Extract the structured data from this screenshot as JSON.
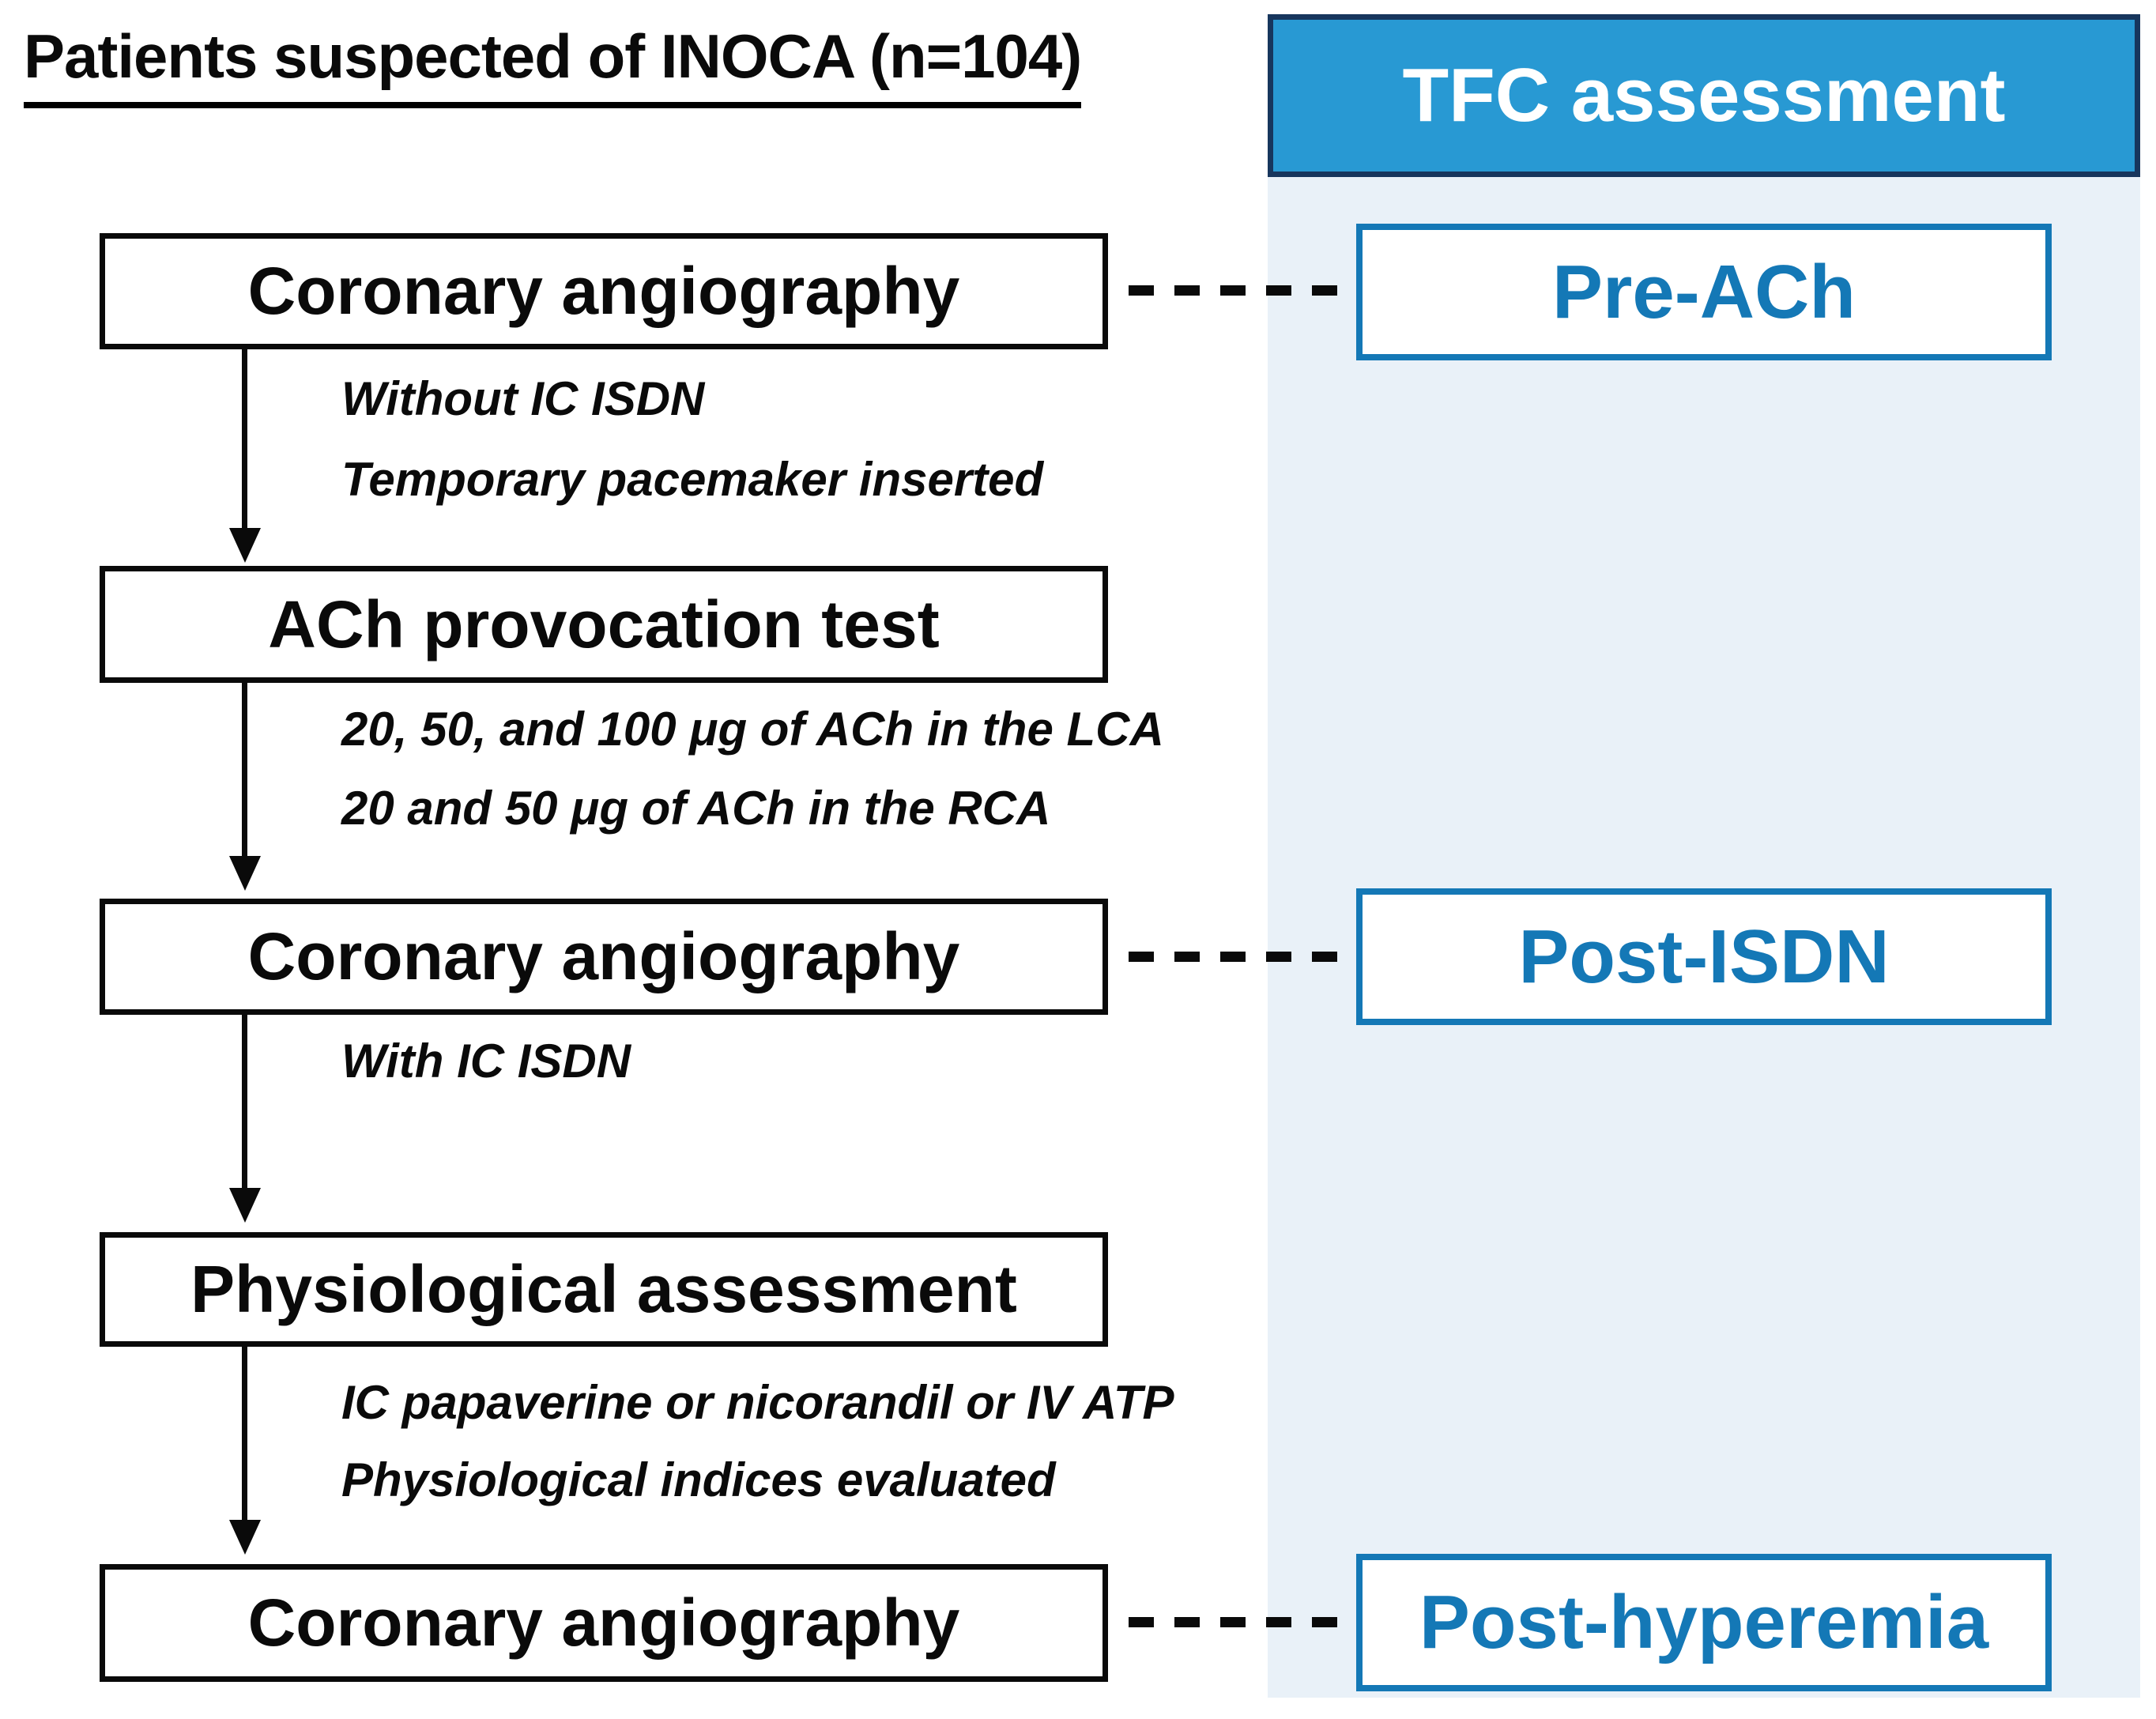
{
  "title": "Patients suspected of INOCA (n=104)",
  "tfc_panel": {
    "header_label": "TFC assessment",
    "assessments": [
      {
        "label": "Pre-ACh"
      },
      {
        "label": "Post-ISDN"
      },
      {
        "label": "Post-hyperemia"
      }
    ]
  },
  "flowchart": {
    "steps": [
      {
        "label": "Coronary angiography",
        "notes": [
          "Without IC ISDN",
          "Temporary pacemaker inserted"
        ]
      },
      {
        "label": "ACh provocation test",
        "notes": [
          "20, 50, and 100 μg of ACh in the LCA",
          "20 and 50 μg of ACh in the RCA"
        ]
      },
      {
        "label": "Coronary angiography",
        "notes": [
          "With IC ISDN"
        ]
      },
      {
        "label": "Physiological assessment",
        "notes": [
          "IC papaverine or nicorandil or IV ATP",
          "Physiological indices evaluated"
        ]
      },
      {
        "label": "Coronary angiography",
        "notes": []
      }
    ]
  },
  "colors": {
    "tfc_header_fill": "#2899d3",
    "tfc_header_border": "#17365d",
    "tfc_panel_fill": "#e9f1f8",
    "accent_blue": "#1478b6",
    "flow_border_black": "#0a0a0a"
  }
}
